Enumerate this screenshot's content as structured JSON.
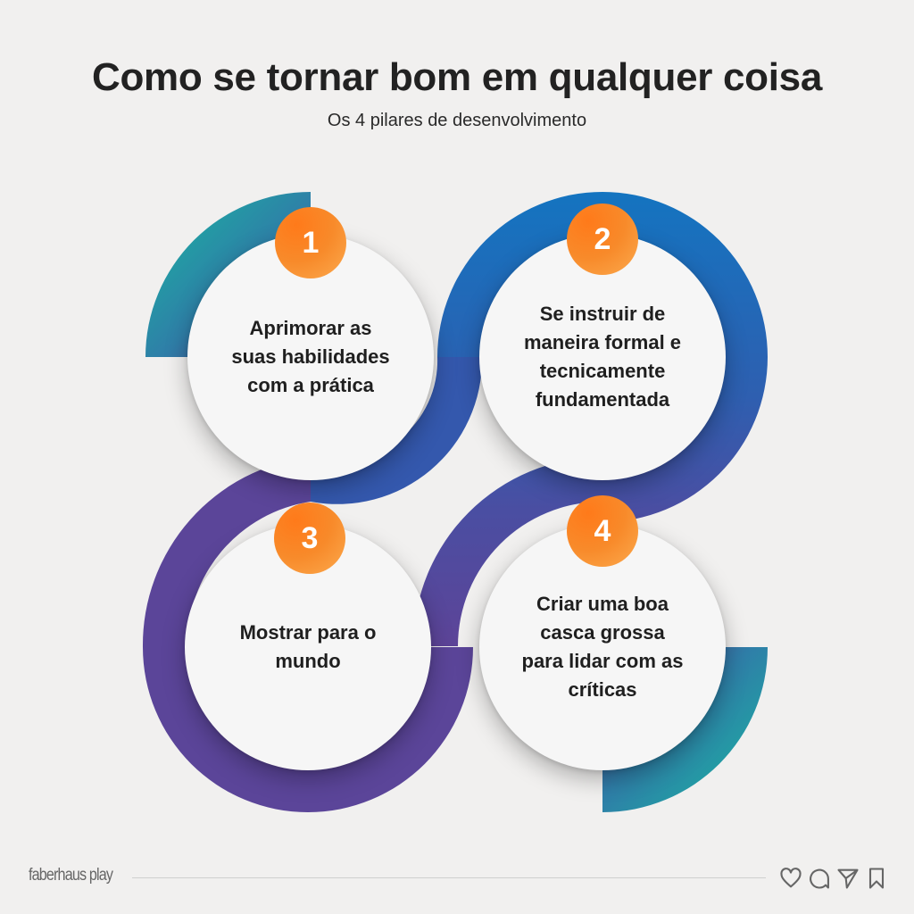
{
  "header": {
    "title": "Como se tornar bom em qualquer coisa",
    "subtitle": "Os 4 pilares de desenvolvimento"
  },
  "steps": [
    {
      "number": "1",
      "text": "Aprimorar as\nsuas habilidades\ncom a prática"
    },
    {
      "number": "2",
      "text": "Se instruir de\nmaneira formal e\ntecnicamente\nfundamentada"
    },
    {
      "number": "3",
      "text": "Mostrar para o\nmundo"
    },
    {
      "number": "4",
      "text": "Criar uma boa\ncasca grossa\npara lidar com as\ncríticas"
    }
  ],
  "footer": {
    "brand": "faberhaus play",
    "icons": [
      "heart-icon",
      "comment-icon",
      "send-icon",
      "bookmark-icon"
    ]
  },
  "colors": {
    "background": "#f1f0ef",
    "teal": "#17b9a0",
    "blue": "#1a72c0",
    "indigo": "#3f55a8",
    "purple": "#5d4498",
    "badge_orange": "#f88a2a",
    "circle_fill": "#f6f6f6",
    "text_dark": "#222222"
  }
}
